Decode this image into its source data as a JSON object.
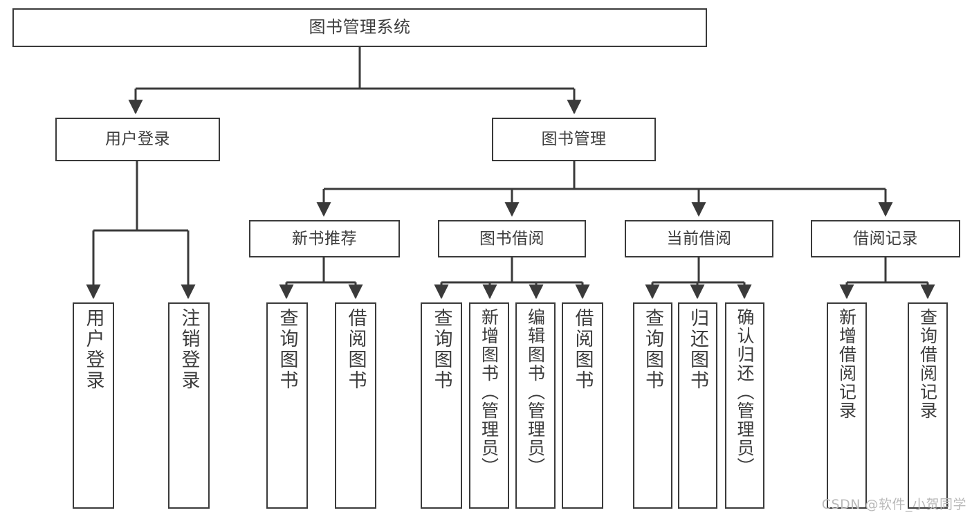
{
  "diagram": {
    "type": "tree",
    "title": "图书管理系统",
    "stroke_color": "#3a3a3a",
    "background_color": "#ffffff",
    "text_color": "#3c3c3c",
    "root": {
      "label": "图书管理系统"
    },
    "level1": [
      {
        "label": "用户登录"
      },
      {
        "label": "图书管理"
      }
    ],
    "level2": [
      {
        "label": "新书推荐"
      },
      {
        "label": "图书借阅"
      },
      {
        "label": "当前借阅"
      },
      {
        "label": "借阅记录"
      }
    ],
    "leaves": {
      "user_login": [
        {
          "label": "用户登录"
        },
        {
          "label": "注销登录"
        }
      ],
      "new_book_recommend": [
        {
          "label": "查询图书"
        },
        {
          "label": "借阅图书"
        }
      ],
      "book_borrow": [
        {
          "label": "查询图书"
        },
        {
          "label": "新增图书（管理员）"
        },
        {
          "label": "编辑图书（管理员）"
        },
        {
          "label": "借阅图书"
        }
      ],
      "current_borrow": [
        {
          "label": "查询图书"
        },
        {
          "label": "归还图书"
        },
        {
          "label": "确认归还（管理员）"
        }
      ],
      "borrow_record": [
        {
          "label": "新增借阅记录"
        },
        {
          "label": "查询借阅记录"
        }
      ]
    }
  },
  "watermark": {
    "text": "CSDN @软件_小贺同学"
  }
}
